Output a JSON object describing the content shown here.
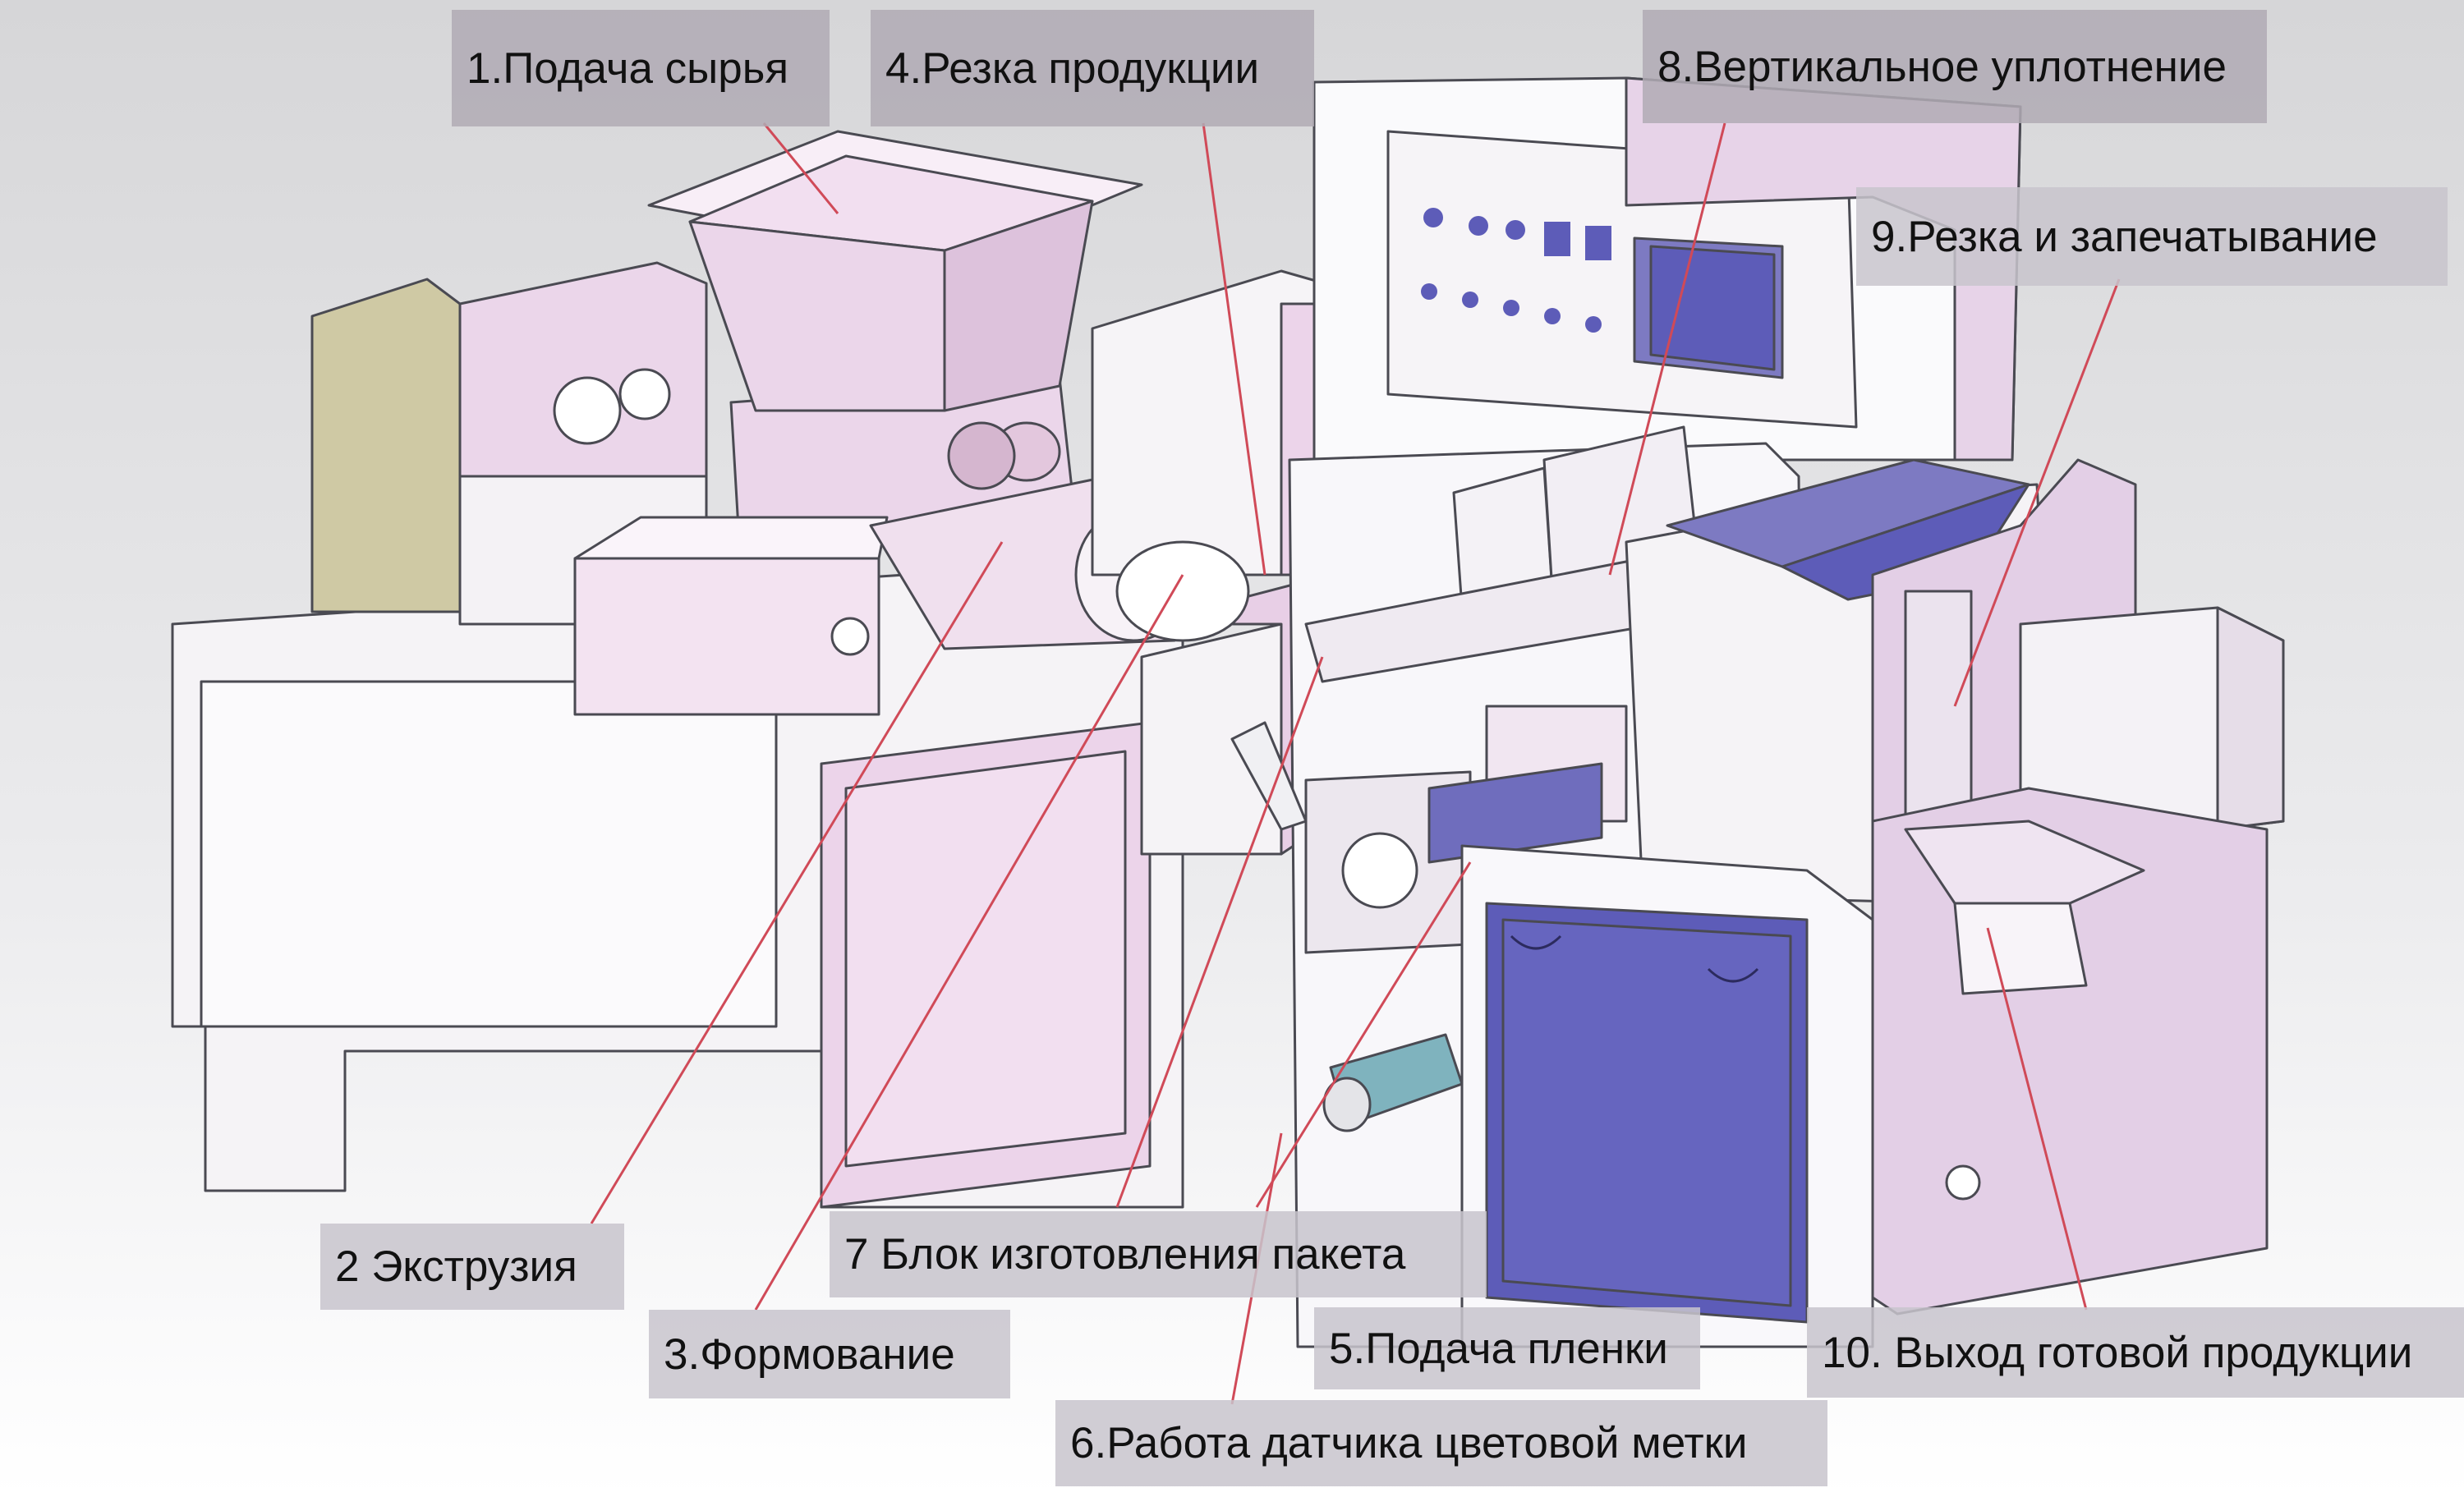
{
  "diagram": {
    "labels": [
      {
        "id": "l1",
        "text": "1.Подача сырья"
      },
      {
        "id": "l4",
        "text": "4.Резка продукции"
      },
      {
        "id": "l8",
        "text": "8.Вертикальное уплотнение"
      },
      {
        "id": "l9",
        "text": "9.Резка и запечатывание"
      },
      {
        "id": "l2",
        "text": "2 Экструзия"
      },
      {
        "id": "l7",
        "text": "7 Блок изготовления пакета"
      },
      {
        "id": "l3",
        "text": "3.Формование"
      },
      {
        "id": "l5",
        "text": "5.Подача пленки"
      },
      {
        "id": "l10",
        "text": "10. Выход готовой продукции"
      },
      {
        "id": "l6",
        "text": "6.Работа датчика цветовой метки"
      }
    ],
    "colors": {
      "machine_pink": "#ecd8ec",
      "machine_white": "#f7f5f8",
      "panel_blue": "#5d5cb8",
      "motor_olive": "#cfc9a4",
      "leader_line": "#d04a58",
      "outline": "#4a4a52"
    }
  }
}
